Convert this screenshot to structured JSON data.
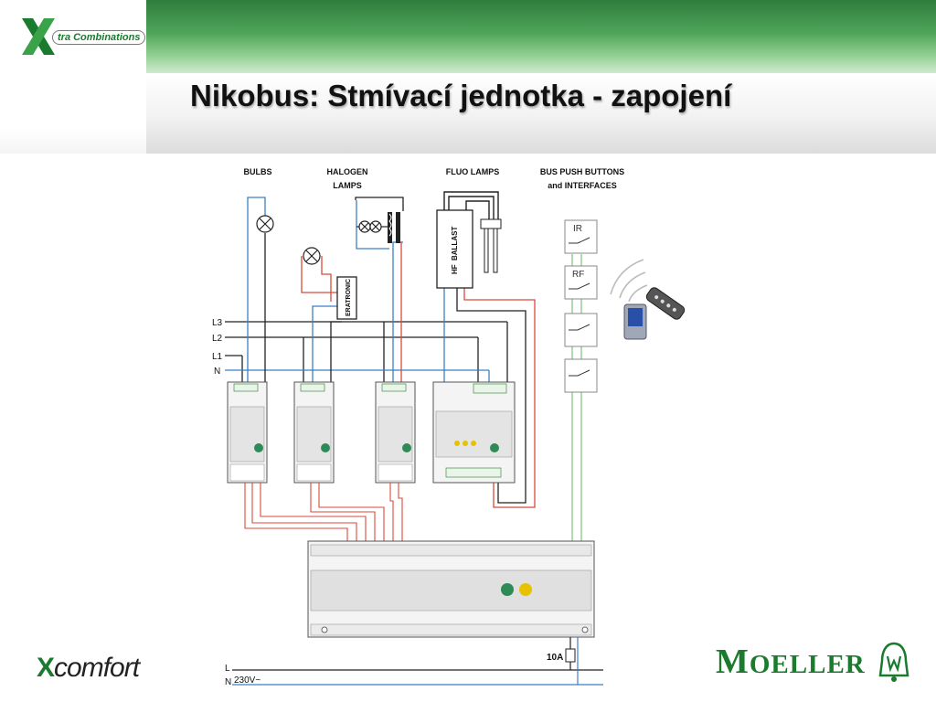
{
  "header": {
    "logo_text": "tra Combinations",
    "title": "Nikobus: Stmívací jednotka - zapojení"
  },
  "diagram": {
    "load_labels": {
      "bulbs": "BULBS",
      "halogen_1": "HALOGEN",
      "halogen_2": "LAMPS",
      "fluo": "FLUO LAMPS",
      "bus_1": "BUS PUSH BUTTONS",
      "bus_2": "and INTERFACES"
    },
    "device_labels": {
      "ballast_1": "BALLAST",
      "ballast_2": "HF",
      "transformer": "ERATRONIC"
    },
    "lines": [
      "L3",
      "L2",
      "L1",
      "N"
    ],
    "bus_buttons": [
      "IR",
      "RF"
    ],
    "supply": {
      "fuse": "10A",
      "l": "L",
      "n": "N",
      "voltage": "230V~"
    }
  },
  "footer": {
    "brand_prefix": "X",
    "brand_suffix": "comfort",
    "moeller_big": "M",
    "moeller_small": "OELLER"
  },
  "colors": {
    "brand_green": "#1a7a2e",
    "wire_blue": "#3b7fc4",
    "wire_red": "#d84a3a",
    "wire_black": "#222222",
    "wire_green": "#7cc47c"
  }
}
